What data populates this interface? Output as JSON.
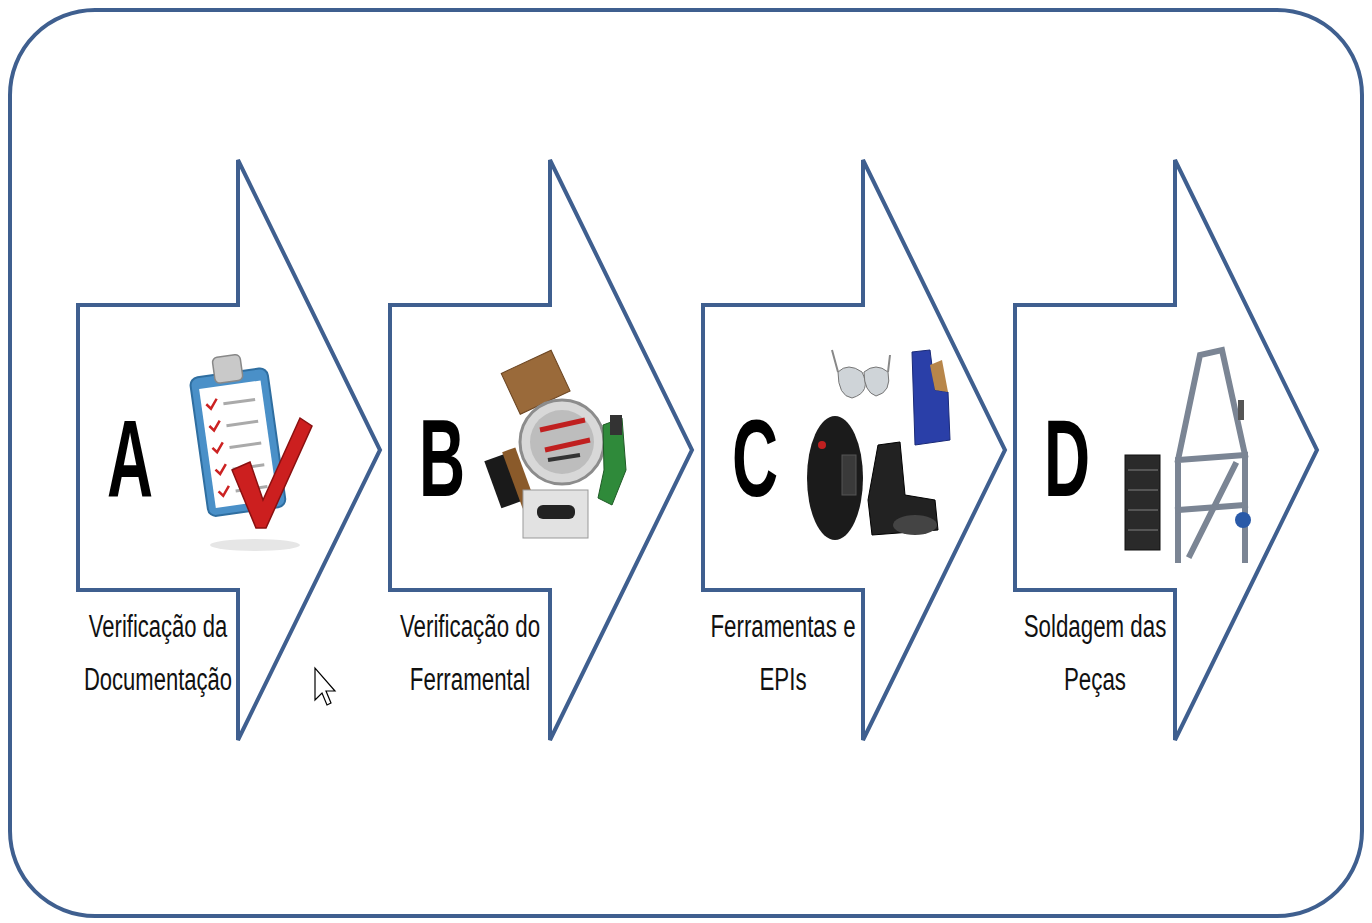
{
  "diagram": {
    "nodes": [
      {
        "text": [
          "A",
          "Verificação da Documentação"
        ]
      },
      {
        "text": [
          "B",
          "Verificação do Ferramental"
        ]
      },
      {
        "text": [
          "C",
          "Ferramentas e EPIs"
        ]
      },
      {
        "text": [
          "D",
          "Soldagem das Peças"
        ]
      }
    ]
  }
}
